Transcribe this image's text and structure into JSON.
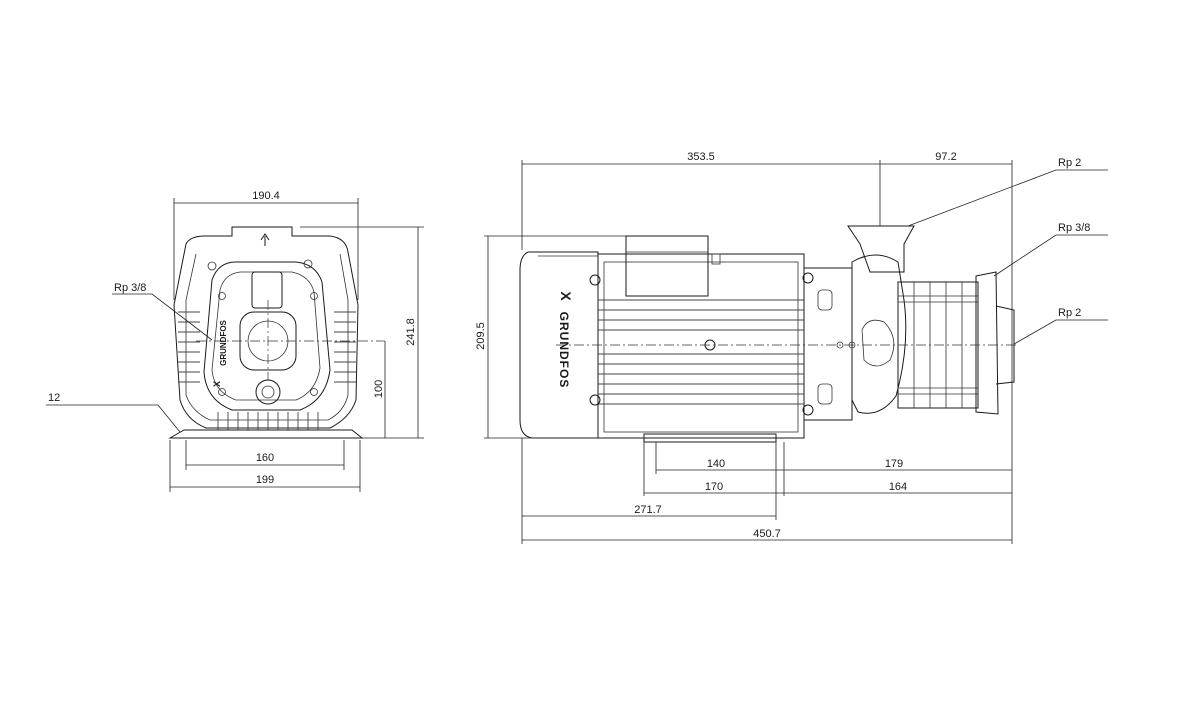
{
  "drawing": {
    "brand": "GRUNDFOS",
    "brand_mark": "X",
    "front_view": {
      "dim_top_width": "190.4",
      "dim_height": "241.8",
      "dim_shaft_height": "100",
      "dim_foot_inner": "160",
      "dim_foot_outer": "199",
      "dim_foot_thickness": "12",
      "port_label": "Rp 3/8"
    },
    "side_view": {
      "dim_motor_length": "353.5",
      "dim_pump_head": "97.2",
      "dim_motor_height": "209.5",
      "dim_foot_140": "140",
      "dim_foot_170": "170",
      "dim_179": "179",
      "dim_164": "164",
      "dim_271": "271.7",
      "dim_total": "450.7",
      "port_top": "Rp 2",
      "port_middle": "Rp 3/8",
      "port_bottom": "Rp 2"
    }
  }
}
